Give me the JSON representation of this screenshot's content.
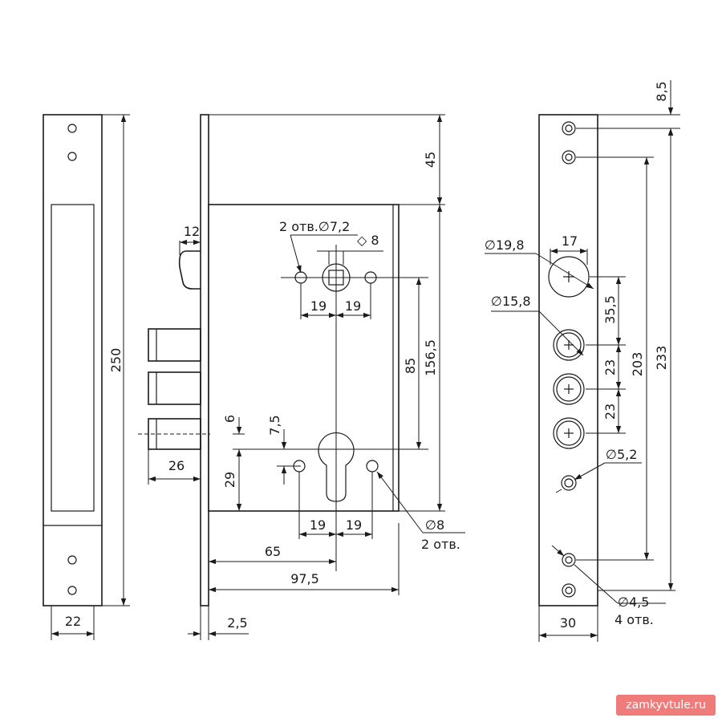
{
  "dimensions": {
    "front_width": "22",
    "front_height": "250",
    "backset_65": "65",
    "case_width": "97,5",
    "faceplate_thickness": "2,5",
    "top_offset": "45",
    "center_distance_85": "85",
    "center_distance_156": "156,5",
    "handle_offset_12": "12",
    "bolt_throw": "26",
    "holes_top_label": "2 отв.∅7,2",
    "spindle_square": "◇ 8",
    "spacing_19": "19",
    "offset_6": "6",
    "offset_75": "7,5",
    "offset_29": "29",
    "hole_8": "∅8",
    "hole_8_count": "2 отв.",
    "strike_width": "30",
    "strike_8_5": "8,5",
    "strike_233": "233",
    "strike_203": "203",
    "strike_35_5": "35,5",
    "strike_23": "23",
    "strike_17": "17",
    "strike_d19_8": "∅19,8",
    "strike_d15_8": "∅15,8",
    "strike_d5_2": "∅5,2",
    "strike_d4_5": "∅4,5",
    "strike_holes_count": "4 отв."
  },
  "watermark": "zamkyvtule.ru"
}
